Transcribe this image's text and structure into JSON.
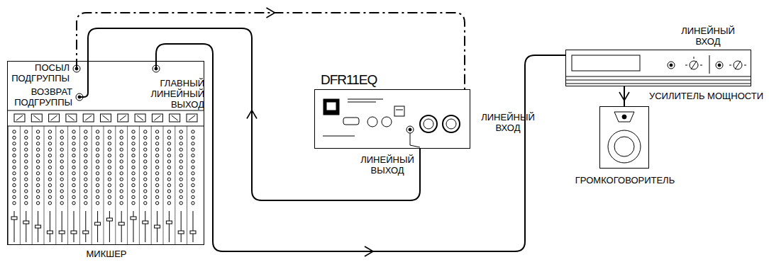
{
  "diagram": {
    "nodes": [
      {
        "text": [
          "МИКШЕР"
        ]
      },
      {
        "text": [
          "DFR11EQ"
        ]
      },
      {
        "text": [
          "УСИЛИТЕЛЬ МОЩНОСТИ"
        ]
      },
      {
        "text": [
          "ГРОМКОГОВОРИТЕЛЬ"
        ]
      }
    ],
    "edges": [
      {
        "from": 0,
        "to": 1,
        "arrow": "to"
      },
      {
        "from": 1,
        "to": 0,
        "arrow": "to"
      },
      {
        "from": 0,
        "to": 2,
        "arrow": "to"
      },
      {
        "from": 2,
        "to": 3,
        "arrow": "to"
      }
    ],
    "labels": [
      "ПОСЫЛ ПОДГРУППЫ",
      "ВОЗВРАТ ПОДГРУППЫ",
      "ГЛАВНЫЙ ЛИНЕЙНЫЙ ВЫХОД",
      "ЛИНЕЙНЫЙ ВХОД",
      "ЛИНЕЙНЫЙ ВЫХОД",
      "ЛИНЕЙНЫЙ ВХОД"
    ]
  }
}
